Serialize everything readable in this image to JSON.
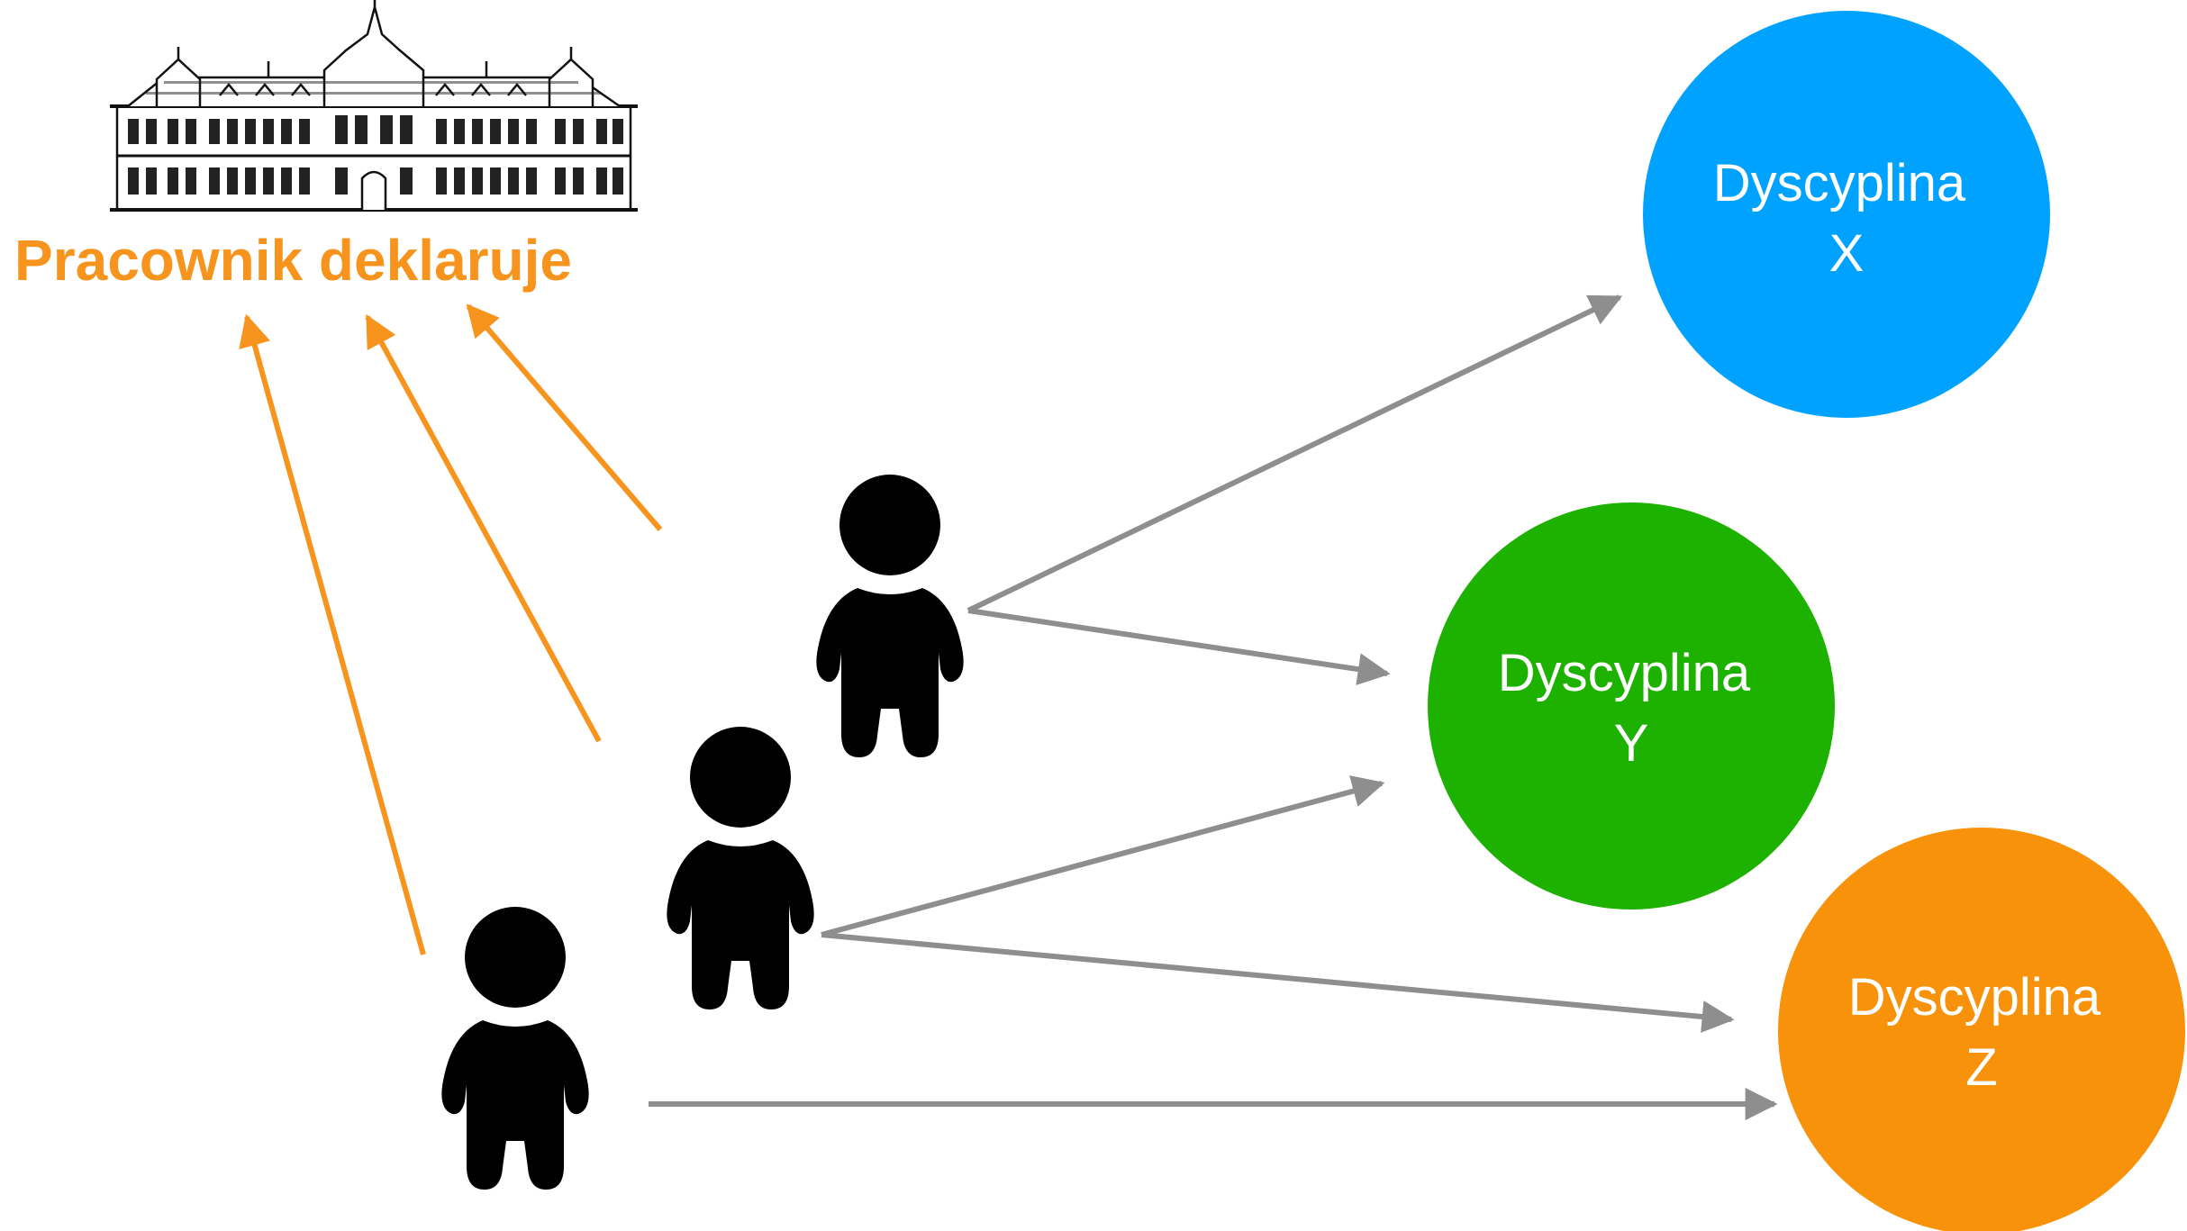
{
  "header": {
    "label": "Pracownik deklaruje",
    "color": "#F7941D",
    "building_icon": "university-building-icon"
  },
  "disciplines": [
    {
      "line1": "Dyscyplina",
      "line2": "X",
      "color": "#00A2FF"
    },
    {
      "line1": "Dyscyplina",
      "line2": "Y",
      "color": "#1DB100"
    },
    {
      "line1": "Dyscyplina",
      "line2": "Z",
      "color": "#F8920A"
    }
  ],
  "people": [
    {
      "icon": "person-icon"
    },
    {
      "icon": "person-icon"
    },
    {
      "icon": "person-icon"
    }
  ],
  "colors": {
    "declaration_arrow": "#F7941D",
    "assignment_arrow": "#8E8E8E",
    "person": "#000000",
    "label_text": "#FFFFFF"
  }
}
